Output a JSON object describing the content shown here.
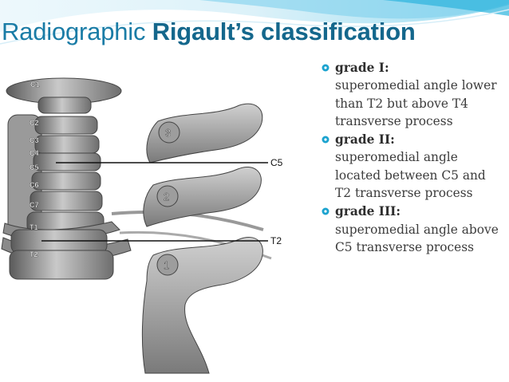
{
  "slide": {
    "title_regular": "Radiographic ",
    "title_bold": "Rigault’s classification"
  },
  "figure": {
    "vertebra_labels": [
      "C1",
      "C2",
      "C3",
      "C4",
      "C5",
      "C6",
      "C7",
      "T1",
      "T2"
    ],
    "line_labels": {
      "c5": "C5",
      "t2": "T2"
    },
    "scapula_grades": [
      "3",
      "2",
      "1"
    ]
  },
  "bullets": [
    {
      "heading": "grade I:",
      "text": "superomedial angle lower than T2 but above T4 transverse process"
    },
    {
      "heading": "grade II:",
      "text": "superomedial angle located between C5 and T2 transverse process"
    },
    {
      "heading": "grade III:",
      "text": "superomedial angle above C5 transverse process"
    }
  ],
  "colors": {
    "title": "#1a7ca6",
    "title_bold": "#14678c",
    "bullet_marker": "#1ba3cf",
    "wave": "#2cb4dd"
  }
}
